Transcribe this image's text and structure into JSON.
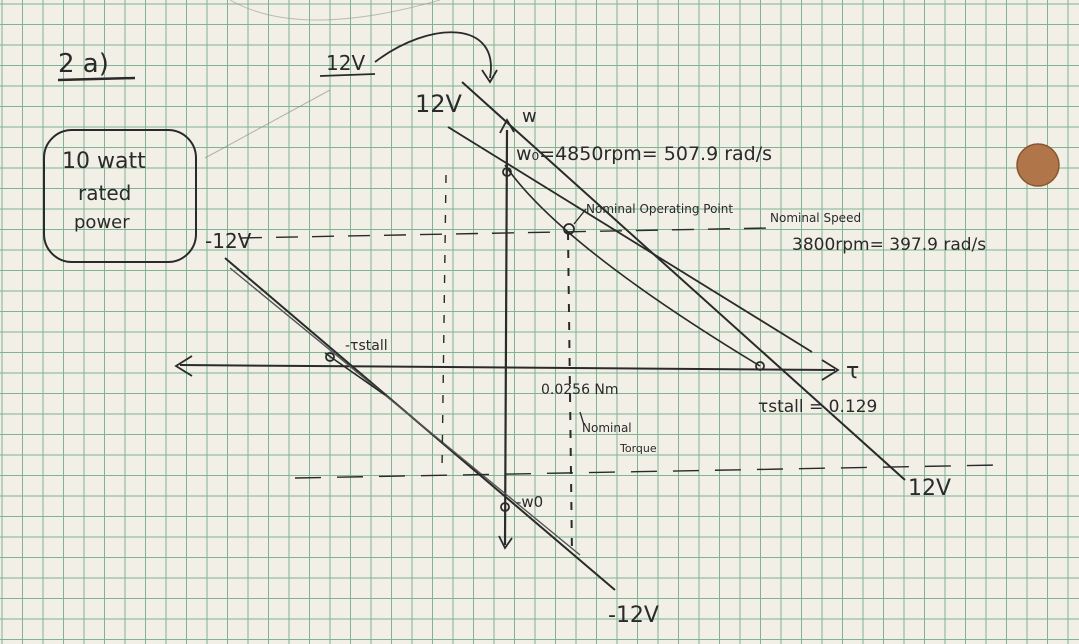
{
  "labels": {
    "problem_number": "2 a)",
    "rated_power": [
      "10 watt",
      "rated",
      "power"
    ],
    "voltage_top_tag": "12V",
    "voltage_top_axis": "12V",
    "voltage_left": "-12V",
    "voltage_bottom_right": "12V",
    "voltage_bottom": "-12V",
    "w_axis": "w",
    "t_axis": "τ",
    "no_load_speed": "w₀=4850rpm= 507.9 rad/s",
    "operating_point": "Nominal Operating Point",
    "nominal_speed_title": "Nominal Speed",
    "nominal_speed_value": "3800rpm= 397.9 rad/s",
    "stall_torque": "τstall = 0.129",
    "neg_stall_torque": "-τstall",
    "nominal_torque_value": "0.0256 Nm",
    "nominal_torque_label": [
      "Nominal",
      "Torque"
    ],
    "neg_no_load_speed": "-w0"
  },
  "colors": {
    "paper": "#f1efe6",
    "grid": "#7fb394",
    "pencil": "#2a2a2a",
    "coin": "#b07548"
  }
}
